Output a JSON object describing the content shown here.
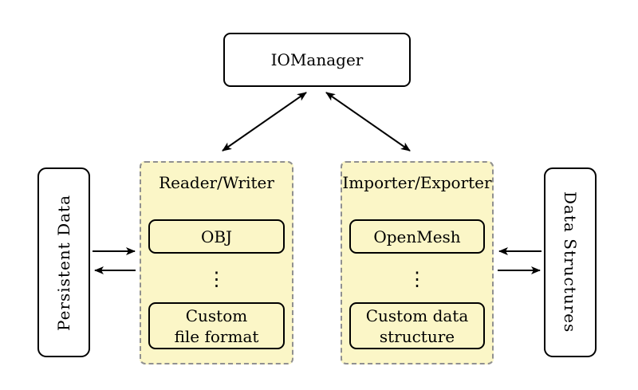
{
  "diagram": {
    "io_manager": {
      "label": "IOManager"
    },
    "persistent_data": {
      "label": "Persistent Data"
    },
    "data_structures": {
      "label": "Data Structures"
    },
    "reader_writer": {
      "title": "Reader/Writer",
      "top_item": "OBJ",
      "ellipsis": "⋮",
      "bottom_item": "Custom\nfile format"
    },
    "importer_exporter": {
      "title": "Importer/Exporter",
      "top_item": "OpenMesh",
      "ellipsis": "⋮",
      "bottom_item": "Custom data\nstructure"
    }
  },
  "colors": {
    "group_fill": "#fbf6c7",
    "group_border": "#909090",
    "node_border": "#000000",
    "arrow": "#000000"
  }
}
